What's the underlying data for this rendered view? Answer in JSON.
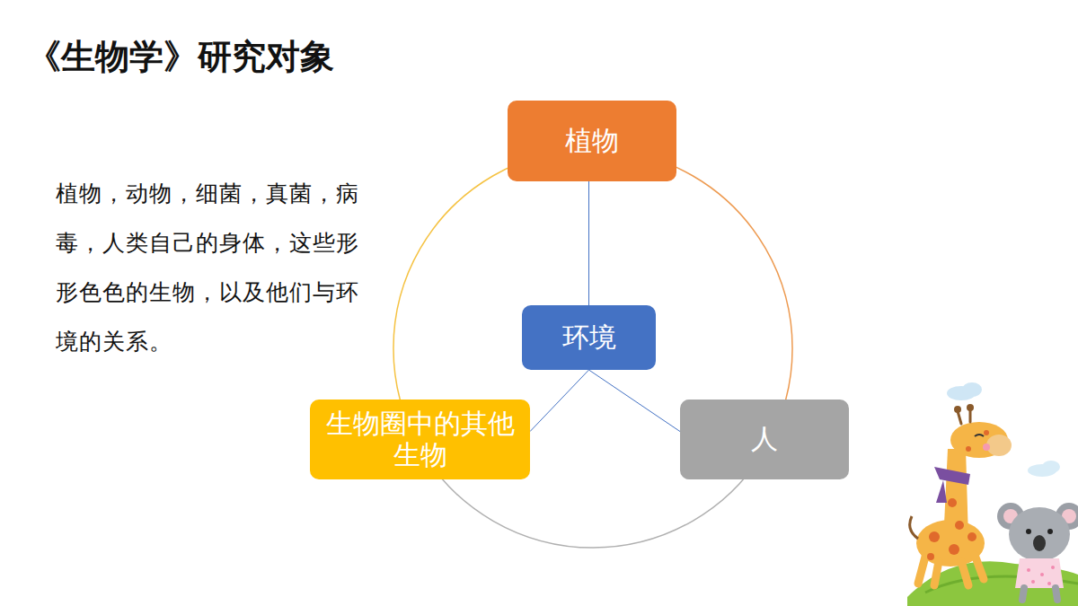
{
  "diagram": {
    "title": "《生物学》研究对象",
    "nodes": [
      {
        "text": [
          "植物"
        ]
      },
      {
        "text": [
          "环境"
        ]
      },
      {
        "text": [
          "生物圈中的其他生物"
        ]
      },
      {
        "text": [
          "人"
        ]
      }
    ],
    "edges": [
      {
        "from": 0,
        "to": 1,
        "arrow": "none"
      },
      {
        "from": 1,
        "to": 2,
        "arrow": "none"
      },
      {
        "from": 1,
        "to": 3,
        "arrow": "none"
      }
    ],
    "labels": [
      "植物，动物，细菌，真菌，病毒，人类自己的身体，这些形形色色的生物，以及他们与环境的关系。"
    ]
  }
}
